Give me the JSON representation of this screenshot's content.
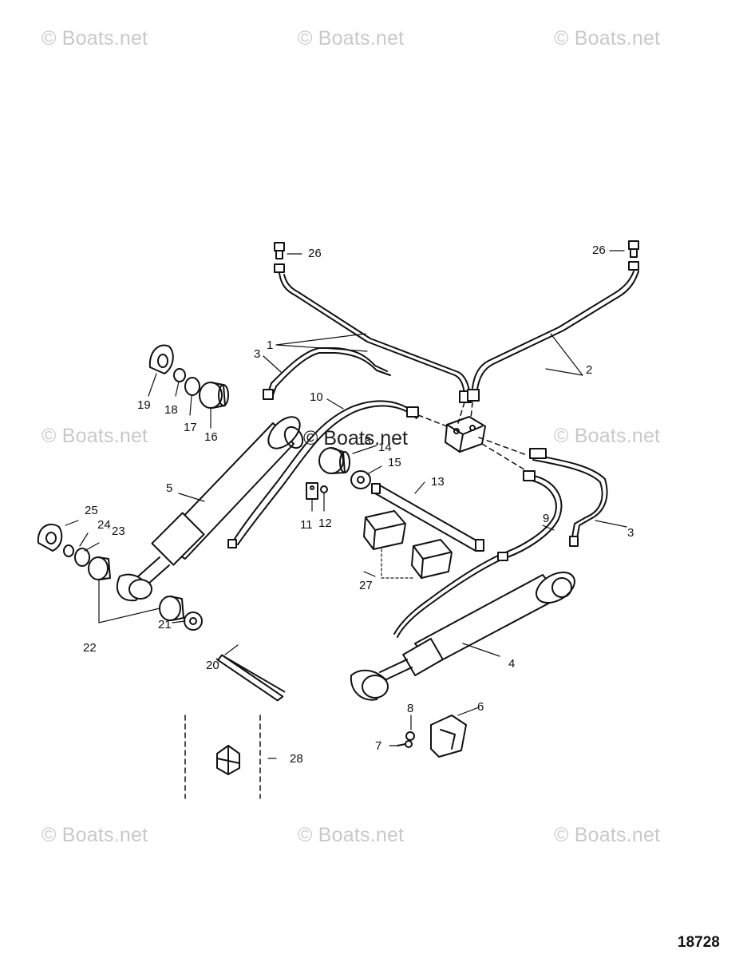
{
  "watermark": "© Boats.net",
  "reference_number": "18728",
  "callouts": {
    "c1": "1",
    "c2": "2",
    "c3a": "3",
    "c3b": "3",
    "c4": "4",
    "c5": "5",
    "c6": "6",
    "c7": "7",
    "c8": "8",
    "c9": "9",
    "c10": "10",
    "c11": "11",
    "c12": "12",
    "c13": "13",
    "c14": "14",
    "c15": "15",
    "c16": "16",
    "c17": "17",
    "c18": "18",
    "c19": "19",
    "c20": "20",
    "c21": "21",
    "c22": "22",
    "c23": "23",
    "c24": "24",
    "c25": "25",
    "c26a": "26",
    "c26b": "26",
    "c27": "27",
    "c28": "28",
    "c18b": "18"
  }
}
